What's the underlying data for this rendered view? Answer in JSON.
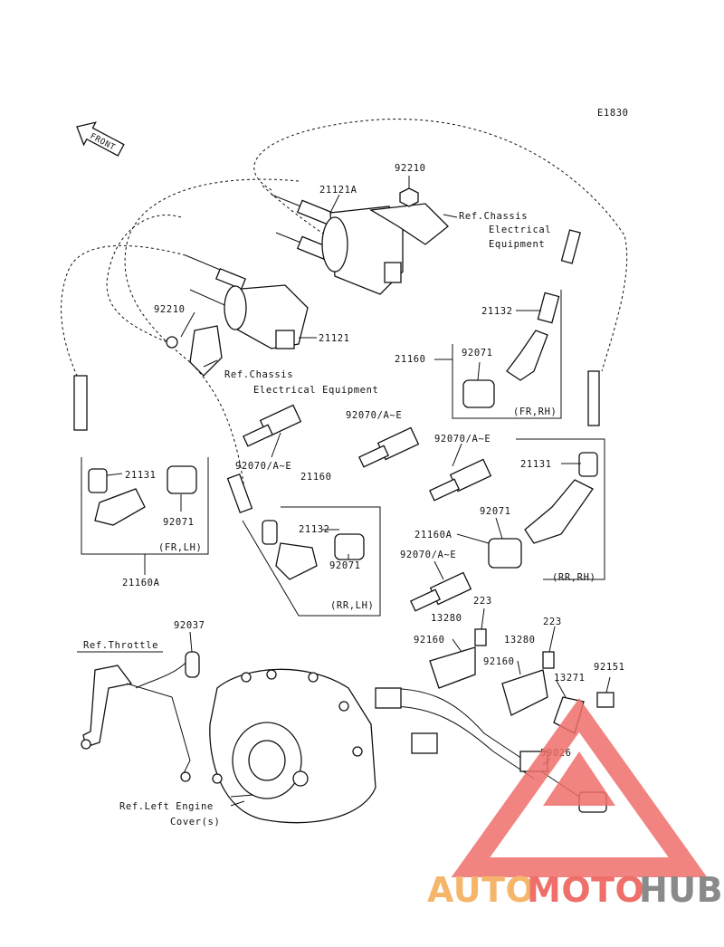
{
  "diagram_code": "E1830",
  "front_label": "FRONT",
  "callouts": [
    {
      "id": "92210-top",
      "text": "92210"
    },
    {
      "id": "21121A",
      "text": "21121A"
    },
    {
      "id": "ref-chassis-1a",
      "text": "Ref.Chassis"
    },
    {
      "id": "ref-chassis-1b",
      "text": "Electrical"
    },
    {
      "id": "ref-chassis-1c",
      "text": "Equipment"
    },
    {
      "id": "92210-left",
      "text": "92210"
    },
    {
      "id": "21121",
      "text": "21121"
    },
    {
      "id": "ref-chassis-2a",
      "text": "Ref.Chassis"
    },
    {
      "id": "ref-chassis-2b",
      "text": "Electrical Equipment"
    },
    {
      "id": "21132-fr",
      "text": "21132"
    },
    {
      "id": "21160-fr",
      "text": "21160"
    },
    {
      "id": "92071-fr",
      "text": "92071"
    },
    {
      "id": "92070-fr",
      "text": "92070/A~E"
    },
    {
      "id": "fr-rh",
      "text": "(FR,RH)"
    },
    {
      "id": "92070-mid",
      "text": "92070/A~E"
    },
    {
      "id": "21160-mid",
      "text": "21160"
    },
    {
      "id": "21131-lh",
      "text": "21131"
    },
    {
      "id": "92071-lh",
      "text": "92071"
    },
    {
      "id": "fr-lh",
      "text": "(FR,LH)"
    },
    {
      "id": "21160A-lh",
      "text": "21160A"
    },
    {
      "id": "21132-rr",
      "text": "21132"
    },
    {
      "id": "92071-rr",
      "text": "92071"
    },
    {
      "id": "rr-lh",
      "text": "(RR,LH)"
    },
    {
      "id": "92070-rr-up",
      "text": "92070/A~E"
    },
    {
      "id": "21131-rh",
      "text": "21131"
    },
    {
      "id": "92071-rh",
      "text": "92071"
    },
    {
      "id": "21160A-rh",
      "text": "21160A"
    },
    {
      "id": "92070-rr-low",
      "text": "92070/A~E"
    },
    {
      "id": "rr-rh",
      "text": "(RR,RH)"
    },
    {
      "id": "92037",
      "text": "92037"
    },
    {
      "id": "ref-throttle",
      "text": "Ref.Throttle"
    },
    {
      "id": "223-a",
      "text": "223"
    },
    {
      "id": "13280-a",
      "text": "13280"
    },
    {
      "id": "92160-a",
      "text": "92160"
    },
    {
      "id": "223-b",
      "text": "223"
    },
    {
      "id": "13280-b",
      "text": "13280"
    },
    {
      "id": "92160-b",
      "text": "92160"
    },
    {
      "id": "13271",
      "text": "13271"
    },
    {
      "id": "92151",
      "text": "92151"
    },
    {
      "id": "59026",
      "text": "59026"
    },
    {
      "id": "ref-left-engine-a",
      "text": "Ref.Left Engine"
    },
    {
      "id": "ref-left-engine-b",
      "text": "Cover(s)"
    }
  ],
  "watermark": {
    "part_1": "AUTO",
    "part_2": "MOTO",
    "part_3": "HUB",
    "colors": {
      "orange": "#f5b66c",
      "red": "#ef6f6a",
      "gray": "#8a8a8a"
    }
  }
}
